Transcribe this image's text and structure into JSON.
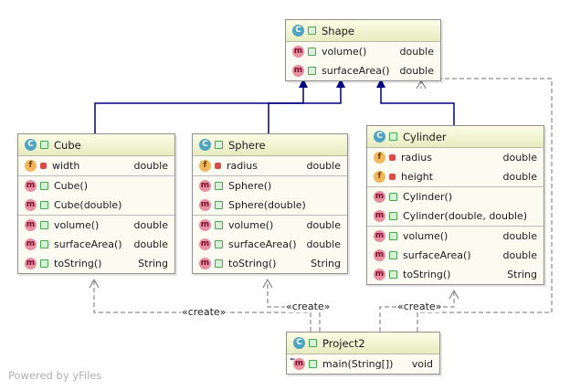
{
  "classes": {
    "shape": {
      "name": "Shape",
      "kind": "class",
      "methods": [
        {
          "name": "volume()",
          "type": "double"
        },
        {
          "name": "surfaceArea()",
          "type": "double"
        }
      ]
    },
    "cube": {
      "name": "Cube",
      "kind": "class",
      "fields": [
        {
          "name": "width",
          "type": "double"
        }
      ],
      "constructors": [
        {
          "name": "Cube()"
        },
        {
          "name": "Cube(double)"
        }
      ],
      "methods": [
        {
          "name": "volume()",
          "type": "double"
        },
        {
          "name": "surfaceArea()",
          "type": "double"
        },
        {
          "name": "toString()",
          "type": "String"
        }
      ]
    },
    "sphere": {
      "name": "Sphere",
      "kind": "class",
      "fields": [
        {
          "name": "radius",
          "type": "double"
        }
      ],
      "constructors": [
        {
          "name": "Sphere()"
        },
        {
          "name": "Sphere(double)"
        }
      ],
      "methods": [
        {
          "name": "volume()",
          "type": "double"
        },
        {
          "name": "surfaceArea()",
          "type": "double"
        },
        {
          "name": "toString()",
          "type": "String"
        }
      ]
    },
    "cylinder": {
      "name": "Cylinder",
      "kind": "class",
      "fields": [
        {
          "name": "radius",
          "type": "double"
        },
        {
          "name": "height",
          "type": "double"
        }
      ],
      "constructors": [
        {
          "name": "Cylinder()"
        },
        {
          "name": "Cylinder(double, double)"
        }
      ],
      "methods": [
        {
          "name": "volume()",
          "type": "double"
        },
        {
          "name": "surfaceArea()",
          "type": "double"
        },
        {
          "name": "toString()",
          "type": "String"
        }
      ]
    },
    "project2": {
      "name": "Project2",
      "kind": "class",
      "methods": [
        {
          "name": "main(String[])",
          "type": "void",
          "static": true
        }
      ]
    }
  },
  "badges": {
    "class": "C",
    "method": "m",
    "field": "f"
  },
  "relations": {
    "inheritance": [
      {
        "from": "Cube",
        "to": "Shape"
      },
      {
        "from": "Sphere",
        "to": "Shape"
      },
      {
        "from": "Cylinder",
        "to": "Shape"
      }
    ],
    "dependencies": [
      {
        "from": "Project2",
        "to": "Cube",
        "label": "«create»"
      },
      {
        "from": "Project2",
        "to": "Sphere",
        "label": "«create»"
      },
      {
        "from": "Project2",
        "to": "Cylinder",
        "label": "«create»"
      },
      {
        "from": "Project2",
        "to": "Shape"
      }
    ]
  },
  "colors": {
    "inheritance": "#000080",
    "dependency": "#707070",
    "header": "#e6ecc0",
    "body": "#fbfbf2"
  },
  "watermark": "Powered by yFiles"
}
